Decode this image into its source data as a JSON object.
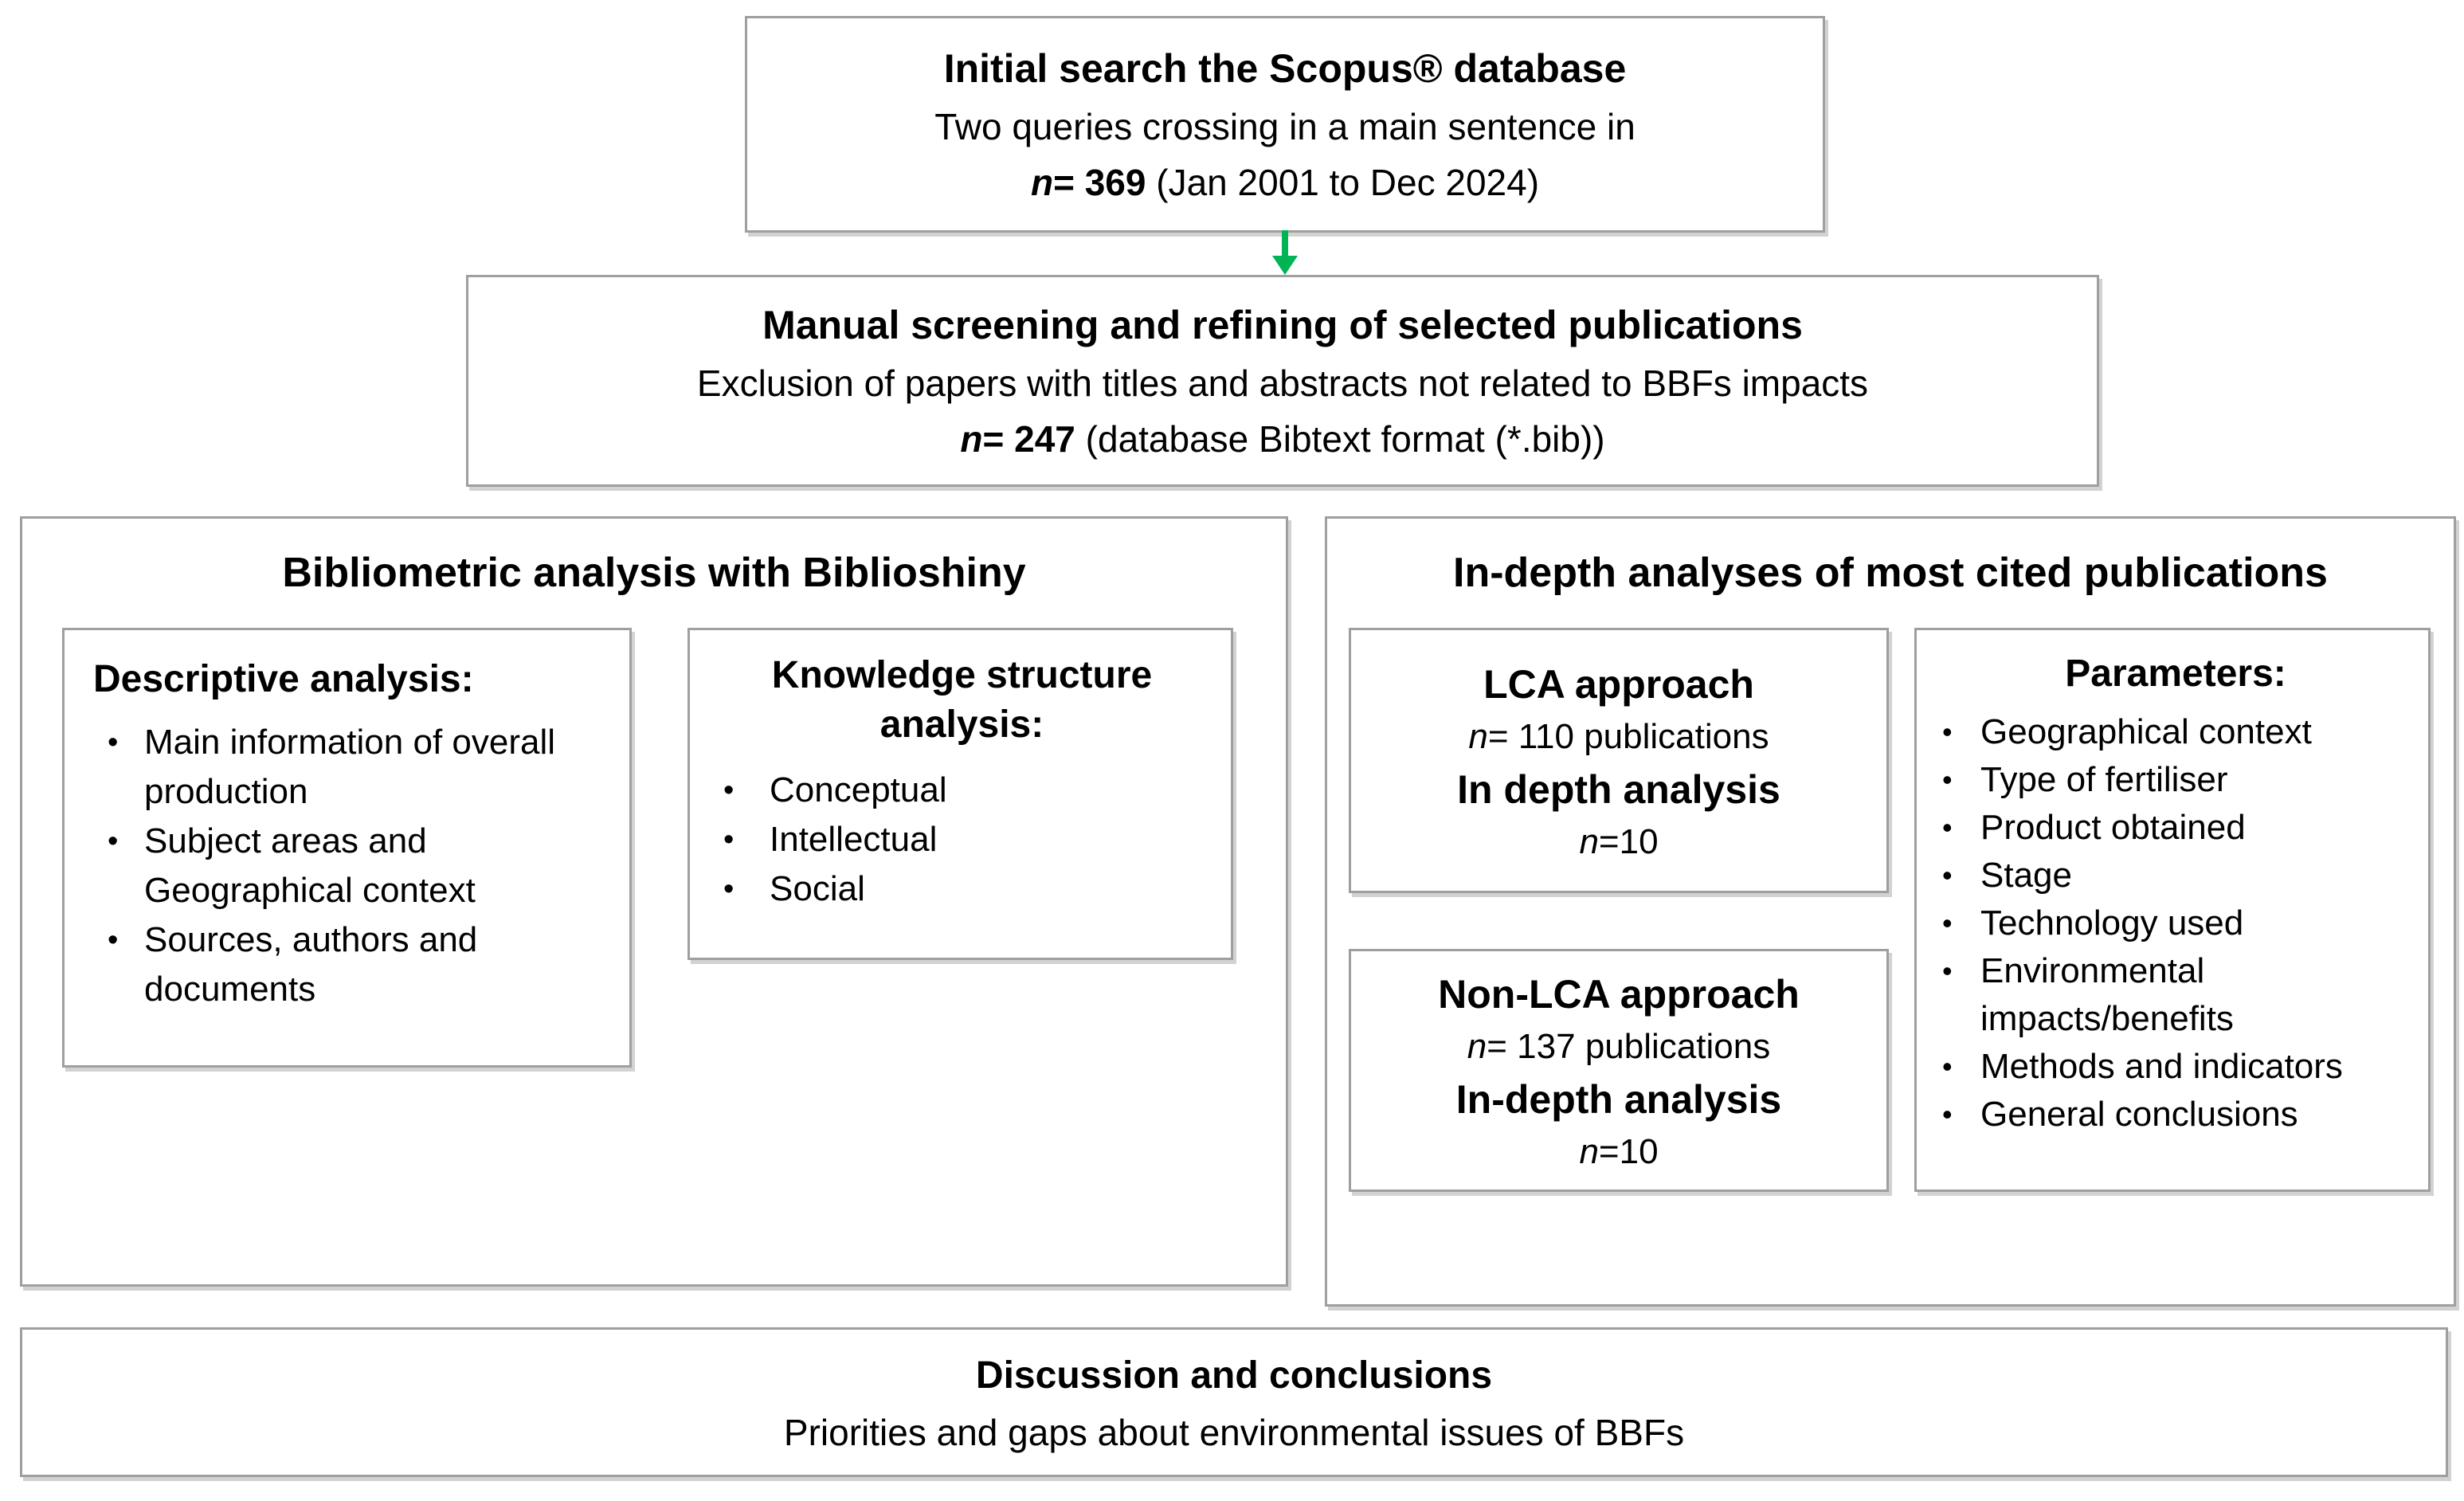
{
  "colors": {
    "border_gray": "#9f9f9f",
    "shadow_gray": "#d2d2d2",
    "arrow_green": "#00b455",
    "text_black": "#000000",
    "background_white": "#ffffff"
  },
  "ui": {
    "bullet": "•"
  },
  "initial_search": {
    "title": "Initial search the Scopus® database",
    "line2": "Two queries crossing in a main sentence in",
    "n_italic": "n",
    "n_bold": "= 369",
    "n_tail": " (Jan 2001 to Dec 2024)"
  },
  "screening": {
    "title": "Manual screening and refining of selected publications",
    "line2": "Exclusion of papers with titles and abstracts not related to BBFs impacts",
    "n_italic": "n",
    "n_bold": "= 247",
    "n_tail": " (database Bibtext format (*.bib))"
  },
  "bibliometric": {
    "title": "Bibliometric analysis with Biblioshiny",
    "descriptive": {
      "heading": "Descriptive analysis:",
      "bullets": [
        "Main information of overall production",
        "Subject areas and Geographical context",
        "Sources, authors and documents"
      ]
    },
    "knowledge": {
      "heading": "Knowledge structure analysis:",
      "bullets": [
        "Conceptual",
        "Intellectual",
        "Social"
      ]
    }
  },
  "indepth": {
    "title": "In-depth analyses of most cited publications",
    "lca": {
      "heading": "LCA approach",
      "n1_italic": "n",
      "n1_tail": "= 110 publications",
      "sub": "In depth analysis",
      "n2_italic": "n",
      "n2_tail": "=10"
    },
    "nonlca": {
      "heading": "Non-LCA approach",
      "n1_italic": "n",
      "n1_tail": "= 137 publications",
      "sub": "In-depth analysis",
      "n2_italic": "n",
      "n2_tail": "=10"
    },
    "parameters": {
      "heading": "Parameters:",
      "bullets": [
        "Geographical context",
        "Type of fertiliser",
        "Product obtained",
        "Stage",
        "Technology used",
        "Environmental impacts/benefits",
        "Methods and indicators",
        "General conclusions"
      ]
    }
  },
  "discussion": {
    "title": "Discussion and conclusions",
    "subtitle": "Priorities and gaps about environmental issues of BBFs"
  }
}
